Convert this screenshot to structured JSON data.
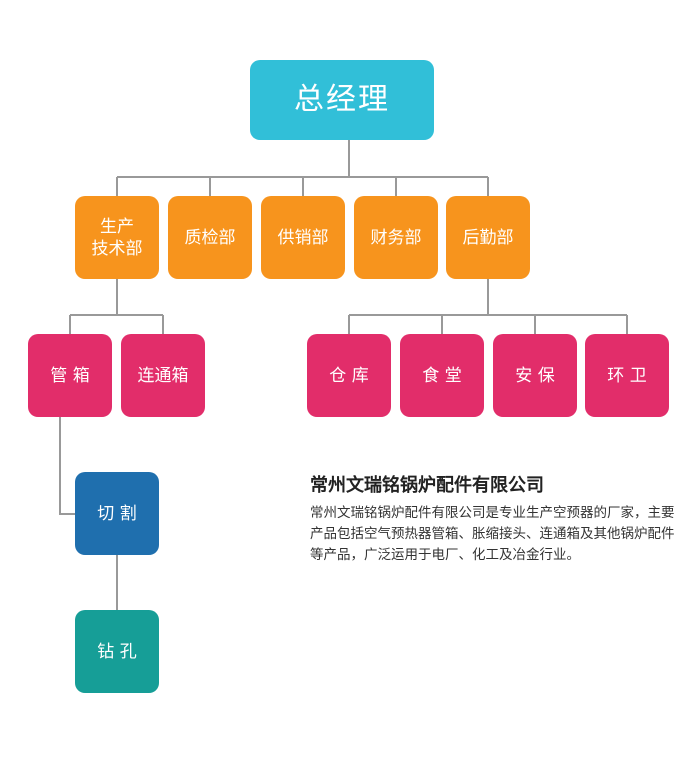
{
  "org": {
    "ceo": "总经理",
    "departments": [
      {
        "label": "生产\n技术部"
      },
      {
        "label": "质检部"
      },
      {
        "label": "供销部"
      },
      {
        "label": "财务部"
      },
      {
        "label": "后勤部"
      }
    ],
    "production_units": [
      {
        "label": "管  箱"
      },
      {
        "label": "连通箱"
      }
    ],
    "logistics_units": [
      {
        "label": "仓  库"
      },
      {
        "label": "食  堂"
      },
      {
        "label": "安  保"
      },
      {
        "label": "环  卫"
      }
    ],
    "process_steps": [
      {
        "label": "切  割"
      },
      {
        "label": "钻  孔"
      }
    ]
  },
  "company": {
    "name": "常州文瑞铭锅炉配件有限公司",
    "description": "常州文瑞铭锅炉配件有限公司是专业生产空预器的厂家，主要产品包括空气预热器管箱、胀缩接头、连通箱及其他锅炉配件等产品，广泛运用于电厂、化工及冶金行业。"
  },
  "colors": {
    "ceo": "#31bfd8",
    "department": "#f7941d",
    "unit": "#e22d6a",
    "process_cut": "#1f6fae",
    "process_drill": "#169e97",
    "connector": "#999999"
  }
}
